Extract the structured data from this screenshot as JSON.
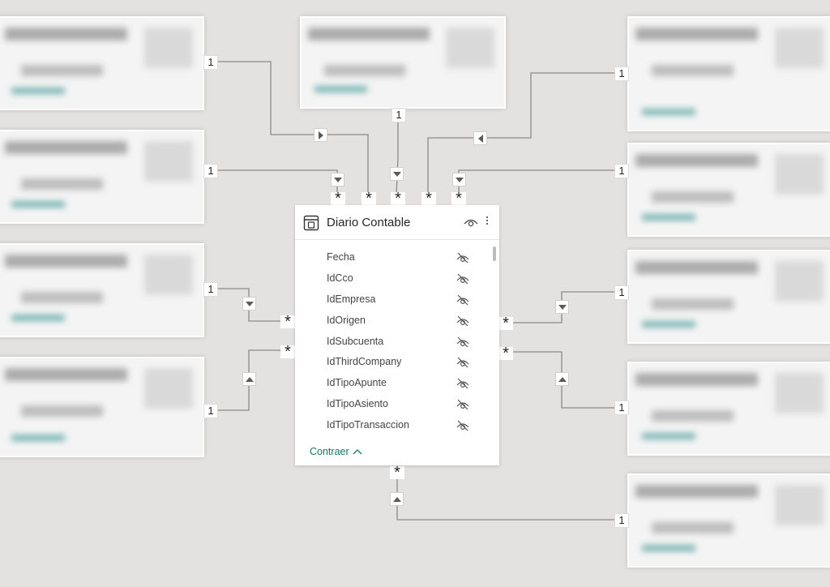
{
  "table": {
    "title": "Diario Contable",
    "fields": [
      "Fecha",
      "IdCco",
      "IdEmpresa",
      "IdOrigen",
      "IdSubcuenta",
      "IdThirdCompany",
      "IdTipoApunte",
      "IdTipoAsiento",
      "IdTipoTransaccion"
    ],
    "collapse_label": "Contraer",
    "icons": {
      "table": "table-icon",
      "visibility": "eye-icon",
      "more": "more-options-icon",
      "field_hidden": "eye-slash-icon",
      "collapse": "chevron-up-icon"
    }
  },
  "cardinality": {
    "one": "1",
    "many": "*"
  },
  "colors": {
    "canvas": "#e3e2e1",
    "card": "#ffffff",
    "line": "#8a8a8a",
    "accent": "#117865",
    "text": "#252525"
  }
}
